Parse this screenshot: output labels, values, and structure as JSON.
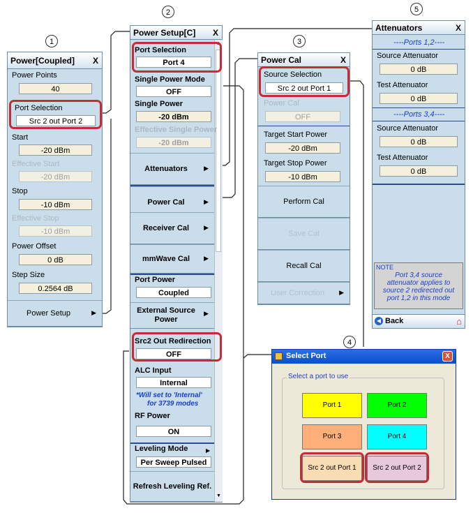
{
  "callouts": [
    "1",
    "2",
    "3",
    "4",
    "5"
  ],
  "panel1": {
    "title": "Power[Coupled]",
    "close": "X",
    "power_points_label": "Power Points",
    "power_points_value": "40",
    "port_selection_label": "Port Selection",
    "port_selection_value": "Src 2 out Port 2",
    "start_label": "Start",
    "start_value": "-20 dBm",
    "eff_start_label": "Effective Start",
    "eff_start_value": "-20 dBm",
    "stop_label": "Stop",
    "stop_value": "-10 dBm",
    "eff_stop_label": "Effective Stop",
    "eff_stop_value": "-10 dBm",
    "power_offset_label": "Power Offset",
    "power_offset_value": "0 dB",
    "step_size_label": "Step Size",
    "step_size_value": "0.2564 dB",
    "power_setup_button": "Power Setup"
  },
  "panel2": {
    "title": "Power Setup[C]",
    "close": "X",
    "port_selection_label": "Port Selection",
    "port_selection_value": "Port 4",
    "single_power_mode_label": "Single Power Mode",
    "single_power_mode_value": "OFF",
    "single_power_label": "Single Power",
    "single_power_value": "-20 dBm",
    "eff_single_power_label": "Effective Single Power",
    "eff_single_power_value": "-20 dBm",
    "attenuators_button": "Attenuators",
    "power_cal_button": "Power Cal",
    "receiver_cal_button": "Receiver Cal",
    "mmwave_cal_button": "mmWave Cal",
    "port_power_label": "Port Power",
    "port_power_value": "Coupled",
    "external_source_power_line1": "External Source",
    "external_source_power_line2": "Power",
    "src2_redirection_label": "Src2 Out Redirection",
    "src2_redirection_value": "OFF",
    "alc_input_label": "ALC Input",
    "alc_input_value": "Internal",
    "note_line1": "*Will set to 'Internal'",
    "note_line2": "for 3739 modes",
    "rf_power_label": "RF Power",
    "rf_power_value": "ON",
    "leveling_mode_label": "Leveling Mode",
    "leveling_mode_value": "Per Sweep Pulsed",
    "refresh_button": "Refresh Leveling Ref."
  },
  "panel3": {
    "title": "Power Cal",
    "close": "X",
    "source_selection_label": "Source Selection",
    "source_selection_value": "Src 2 out Port 1",
    "power_cal_label": "Power Cal",
    "power_cal_value": "OFF",
    "target_start_label": "Target Start Power",
    "target_start_value": "-20 dBm",
    "target_stop_label": "Target Stop Power",
    "target_stop_value": "-10 dBm",
    "perform_cal_button": "Perform Cal",
    "save_cal_button": "Save Cal",
    "recall_cal_button": "Recall Cal",
    "user_correction_button": "User Correction"
  },
  "panel5": {
    "title": "Attenuators",
    "close": "X",
    "ports12_header": "----Ports 1,2----",
    "source_att_label_1": "Source Attenuator",
    "source_att_value_1": "0 dB",
    "test_att_label_1": "Test Attenuator",
    "test_att_value_1": "0 dB",
    "ports34_header": "----Ports 3,4----",
    "source_att_label_2": "Source Attenuator",
    "source_att_value_2": "0 dB",
    "test_att_label_2": "Test Attenuator",
    "test_att_value_2": "0 dB",
    "note_title": "NOTE",
    "note_text": "Port 3,4 source attenuator applies to source 2 redirected out port 1,2 in this mode",
    "back_button": "Back"
  },
  "dialog": {
    "title": "Select Port",
    "close": "X",
    "group_label": "Select a port to use",
    "buttons": [
      "Port 1",
      "Port 2",
      "Port 3",
      "Port 4",
      "Src 2 out Port 1",
      "Src 2 out Port 2"
    ]
  },
  "colors": {
    "panel_bg": "#c9ddeb",
    "highlight_red": "#c62b36",
    "port1": "#ffff00",
    "port2": "#00ff00",
    "port3": "#ffb07a",
    "port4": "#00ffff",
    "src2_port1": "#f8dcb4",
    "src2_port2": "#e8c8dc"
  }
}
